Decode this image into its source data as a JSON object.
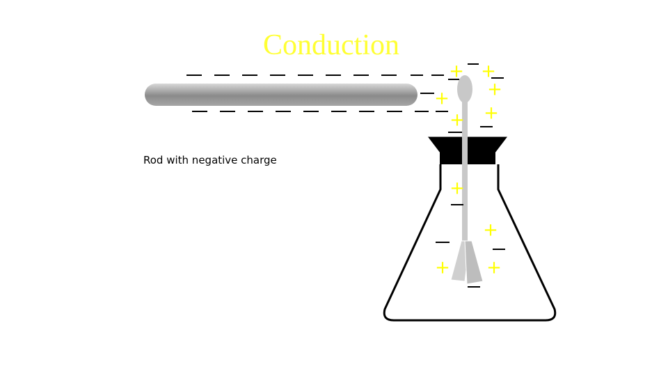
{
  "title": "Conduction",
  "rod": {
    "label": "Rod with negative charge",
    "charge": "negative"
  },
  "symbols": {
    "plus": "+"
  },
  "colors": {
    "charge_color": "#ffff00",
    "title_color": "#ffff33",
    "rod_color": "#a8a8a8",
    "electroscope_color": "#c8c8c8",
    "stopper_color": "#000000"
  }
}
